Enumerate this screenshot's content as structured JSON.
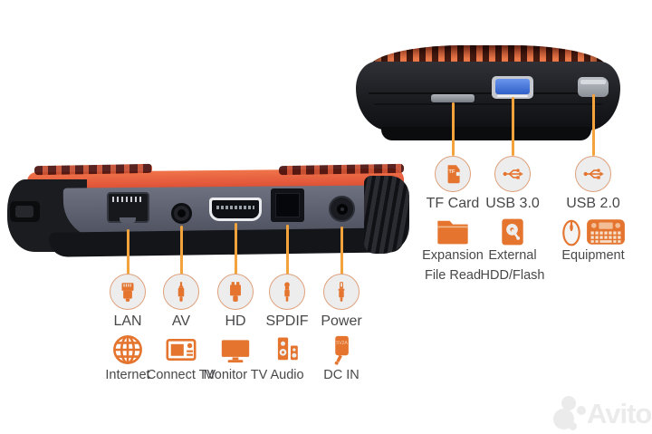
{
  "left_panel": {
    "ports": [
      {
        "port_label": "LAN",
        "function_label": "Internet",
        "port_icon": "ethernet-plug-icon",
        "function_icon": "globe-icon"
      },
      {
        "port_label": "AV",
        "function_label": "Connect TV",
        "port_icon": "audio-jack-plug-icon",
        "function_icon": "tv-set-icon"
      },
      {
        "port_label": "HD",
        "function_label": "Monitor TV",
        "port_icon": "hd-plug-icon",
        "function_icon": "monitor-icon"
      },
      {
        "port_label": "SPDIF",
        "function_label": "Audio",
        "port_icon": "optical-plug-icon",
        "function_icon": "speakers-icon"
      },
      {
        "port_label": "Power",
        "function_label": "DC IN",
        "port_icon": "dc-plug-icon",
        "function_icon": "power-adapter-icon"
      }
    ],
    "adapter_text": "5V2A"
  },
  "right_panel": {
    "ports": [
      {
        "port_label": "TF Card",
        "function_lines": [
          "Expansion",
          "File Read"
        ],
        "port_icon": "tf-card-icon",
        "function_icon": "folder-icon"
      },
      {
        "port_label": "USB 3.0",
        "function_lines": [
          "External",
          "HDD/Flash"
        ],
        "port_icon": "usb-symbol-icon",
        "function_icon": "hdd-icon"
      },
      {
        "port_label": "USB 2.0",
        "function_lines": [
          "Equipment",
          ""
        ],
        "port_icon": "usb-symbol-icon",
        "function_icon": "mouse-keyboard-icon"
      }
    ],
    "tf_card_text": "TF"
  },
  "watermark": {
    "text": "Avito"
  },
  "colors": {
    "accent_orange": "#E4742E",
    "callout_line": "#F3A33C",
    "circle_border": "#DFA07B",
    "circle_fill": "#EDEDED",
    "label_text": "#48484A",
    "usb3_blue": "#3A6FD8",
    "device_orange": "#E9673F",
    "watermark_gray": "#EBEBEC"
  }
}
